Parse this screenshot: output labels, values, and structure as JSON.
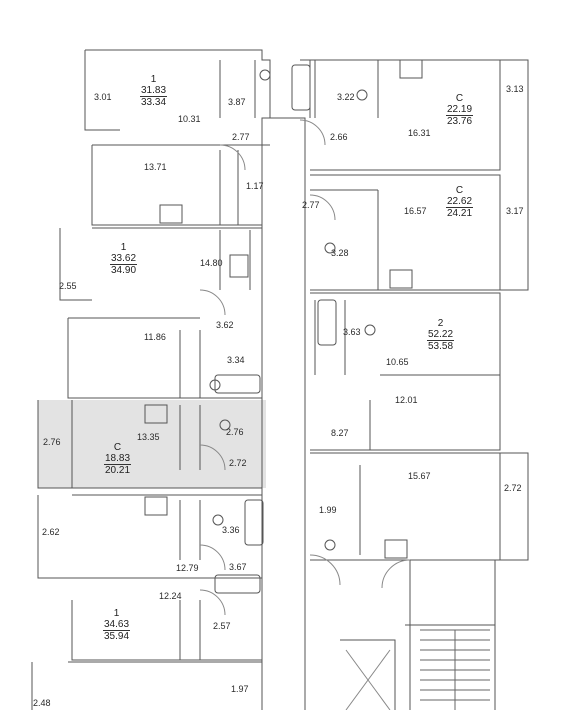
{
  "units": [
    {
      "id": "u1",
      "type": "1",
      "living": "31.83",
      "total": "33.34"
    },
    {
      "id": "u2",
      "type": "C",
      "living": "22.19",
      "total": "23.76"
    },
    {
      "id": "u3",
      "type": "C",
      "living": "22.62",
      "total": "24.21"
    },
    {
      "id": "u4",
      "type": "1",
      "living": "33.62",
      "total": "34.90"
    },
    {
      "id": "u5",
      "type": "2",
      "living": "52.22",
      "total": "53.58"
    },
    {
      "id": "u6",
      "type": "C",
      "living": "18.83",
      "total": "20.21"
    },
    {
      "id": "u7",
      "type": "1",
      "living": "34.63",
      "total": "35.94"
    }
  ],
  "room_areas": [
    "3.01",
    "10.31",
    "3.87",
    "2.77",
    "3.22",
    "2.66",
    "16.31",
    "3.13",
    "13.71",
    "1.17",
    "2.77",
    "16.57",
    "3.17",
    "3.28",
    "14.80",
    "2.55",
    "3.62",
    "3.63",
    "11.86",
    "3.34",
    "10.65",
    "12.01",
    "13.35",
    "2.76",
    "2.76",
    "8.27",
    "2.72",
    "15.67",
    "2.72",
    "2.62",
    "3.36",
    "1.99",
    "12.79",
    "3.67",
    "12.24",
    "2.57",
    "2.48",
    "1.97"
  ],
  "highlight_color": "#e3e3e3",
  "wall_color": "#555555"
}
